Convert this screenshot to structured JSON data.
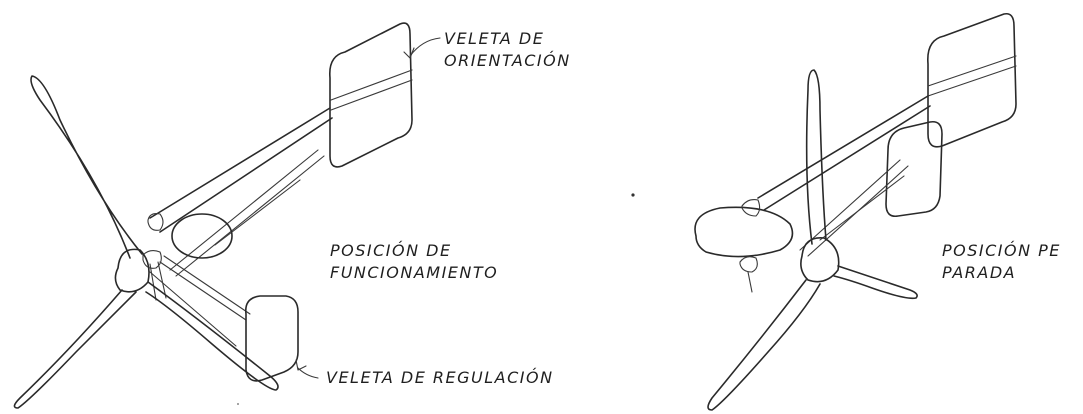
{
  "left": {
    "label_orientation": [
      "VELETA DE",
      "ORIENTACIÓN"
    ],
    "label_position": [
      "POSICIÓN DE",
      "FUNCIONAMIENTO"
    ],
    "label_regulation": "VELETA DE REGULACIÓN"
  },
  "right": {
    "label_position": [
      "POSICIÓN PE",
      "PARADA"
    ]
  }
}
